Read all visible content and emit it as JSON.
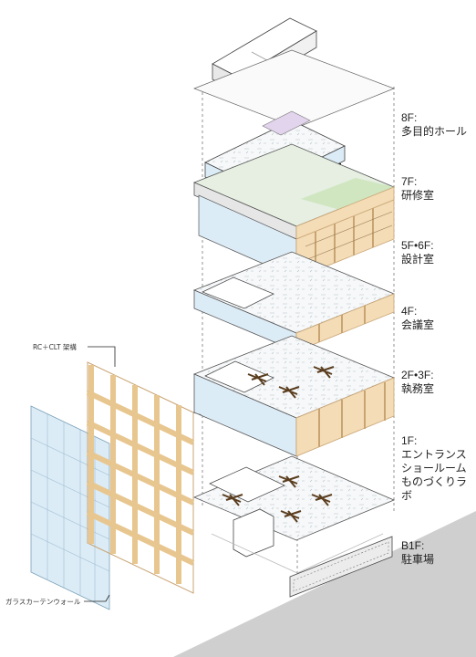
{
  "floors": [
    {
      "level": "8F:",
      "name": "多目的ホール"
    },
    {
      "level": "7F:",
      "name": "研修室"
    },
    {
      "level": "5F•6F:",
      "name": "設計室"
    },
    {
      "level": "4F:",
      "name": "会議室"
    },
    {
      "level": "2F•3F:",
      "name": "執務室"
    },
    {
      "level": "1F:",
      "name": "エントランス\nショールーム\nものづくりラボ"
    },
    {
      "level": "B1F:",
      "name": "駐車場"
    }
  ],
  "callouts": {
    "frame": "RC＋CLT 架構",
    "curtain_wall": "ガラスカーテンウォール"
  },
  "colors": {
    "timber": "#f3dcb6",
    "timber_edge": "#c9a473",
    "glass": "#dcecf6",
    "line": "#444444",
    "rooftop_green": "#cfe6c0",
    "hall_purple": "#e3d4ee",
    "ground": "#cfcfcf"
  }
}
